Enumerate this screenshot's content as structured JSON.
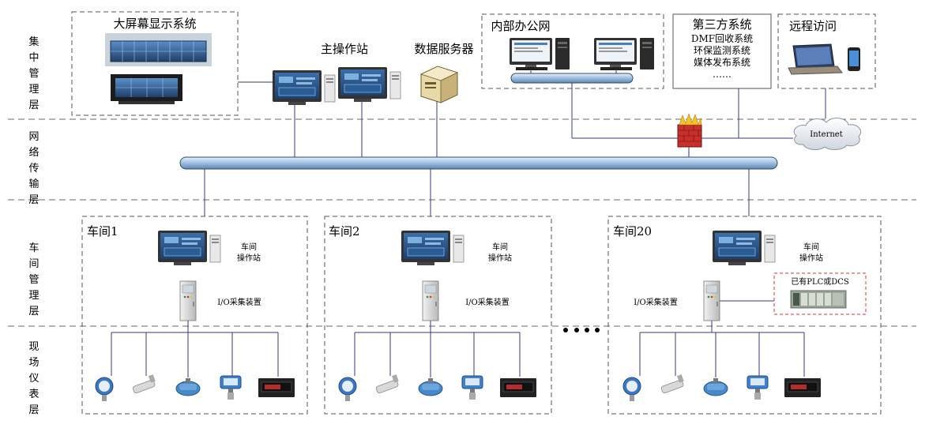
{
  "layers": {
    "central": [
      "集",
      "中",
      "管",
      "理",
      "层"
    ],
    "network": [
      "网",
      "络",
      "传",
      "输",
      "层"
    ],
    "workshop": [
      "车",
      "间",
      "管",
      "理",
      "层"
    ],
    "field": [
      "现",
      "场",
      "仪",
      "表",
      "层"
    ]
  },
  "top": {
    "big_screen": "大屏幕显示系统",
    "main_station": "主操作站",
    "data_server": "数据服务器",
    "office_net": "内部办公网",
    "third_party": {
      "title": "第三方系统",
      "items": [
        "DMF回收系统",
        "环保监测系统",
        "媒体发布系统",
        "……"
      ]
    },
    "remote": "远程访问",
    "internet": "Internet"
  },
  "workshops": [
    {
      "title": "车间1",
      "station": [
        "车间",
        "操作站"
      ],
      "io": "I/O采集装置"
    },
    {
      "title": "车间2",
      "station": [
        "车间",
        "操作站"
      ],
      "io": "I/O采集装置"
    },
    {
      "title": "车间20",
      "station": [
        "车间",
        "操作站"
      ],
      "io": "I/O采集装置",
      "plc": "已有PLC或DCS"
    }
  ],
  "colors": {
    "bus_fill": "#bcd6ee",
    "bus_stroke": "#2f4a66",
    "line": "#3a3a7a",
    "plc_box": "#e03030"
  }
}
